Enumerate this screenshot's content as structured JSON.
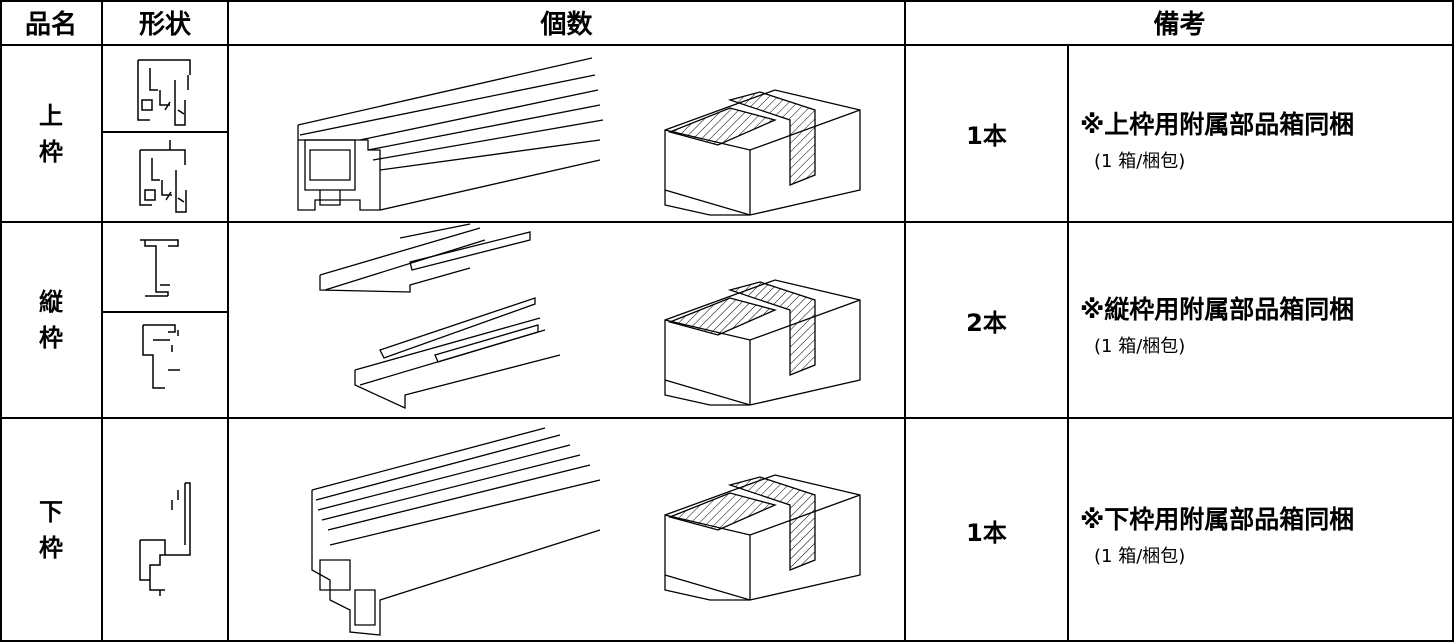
{
  "headers": {
    "name": "品名",
    "shape": "形状",
    "count": "個数",
    "remarks": "備考"
  },
  "rows": [
    {
      "name_line1": "上",
      "name_line2": "枠",
      "count": "1本",
      "note_main": "※上枠用附属部品箱同梱",
      "note_sub": "(1 箱/梱包)"
    },
    {
      "name_line1": "縦",
      "name_line2": "枠",
      "count": "2本",
      "note_main": "※縦枠用附属部品箱同梱",
      "note_sub": "(1 箱/梱包)"
    },
    {
      "name_line1": "下",
      "name_line2": "枠",
      "count": "1本",
      "note_main": "※下枠用附属部品箱同梱",
      "note_sub": "(1 箱/梱包)"
    }
  ]
}
